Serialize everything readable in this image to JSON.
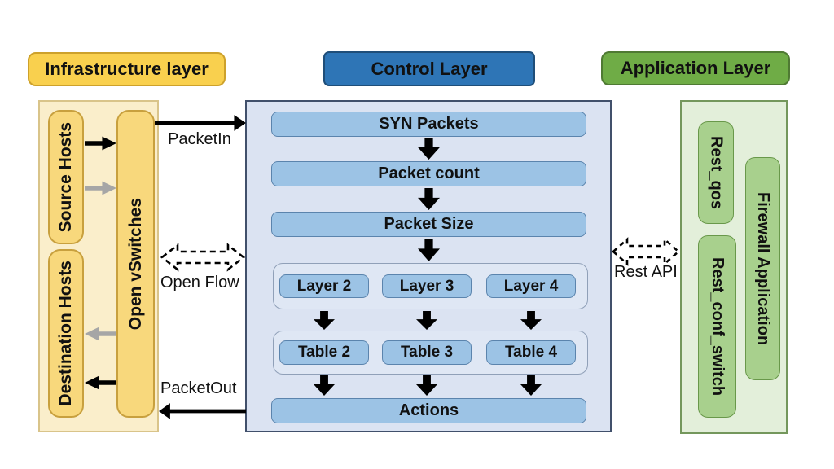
{
  "infrastructure": {
    "header": "Infrastructure layer",
    "source_hosts": "Source Hosts",
    "destination_hosts": "Destination Hosts",
    "open_vswitches": "Open vSwitches"
  },
  "control": {
    "header": "Control Layer",
    "pipeline": [
      "SYN Packets",
      "Packet count",
      "Packet Size"
    ],
    "layers": [
      "Layer 2",
      "Layer 3",
      "Layer 4"
    ],
    "tables": [
      "Table 2",
      "Table 3",
      "Table 4"
    ],
    "actions": "Actions"
  },
  "application": {
    "header": "Application Layer",
    "rest_qos": "Rest_qos",
    "firewall": "Firewall Application",
    "rest_conf_switch": "Rest_conf_switch"
  },
  "connectors": {
    "packet_in": "PacketIn",
    "packet_out": "PacketOut",
    "open_flow": "Open Flow",
    "rest_api": "Rest API"
  },
  "colors": {
    "infra_header": "#F9D04E",
    "infra_container": "#FAEECB",
    "infra_box": "#F8D87C",
    "control_header": "#2E75B6",
    "control_container": "#DBE3F2",
    "control_box": "#9CC3E5",
    "app_header": "#6FAC46",
    "app_container": "#E3EFDA",
    "app_box": "#A8D08D",
    "arrow_black": "#000000",
    "arrow_gray": "#A6A6A6"
  }
}
